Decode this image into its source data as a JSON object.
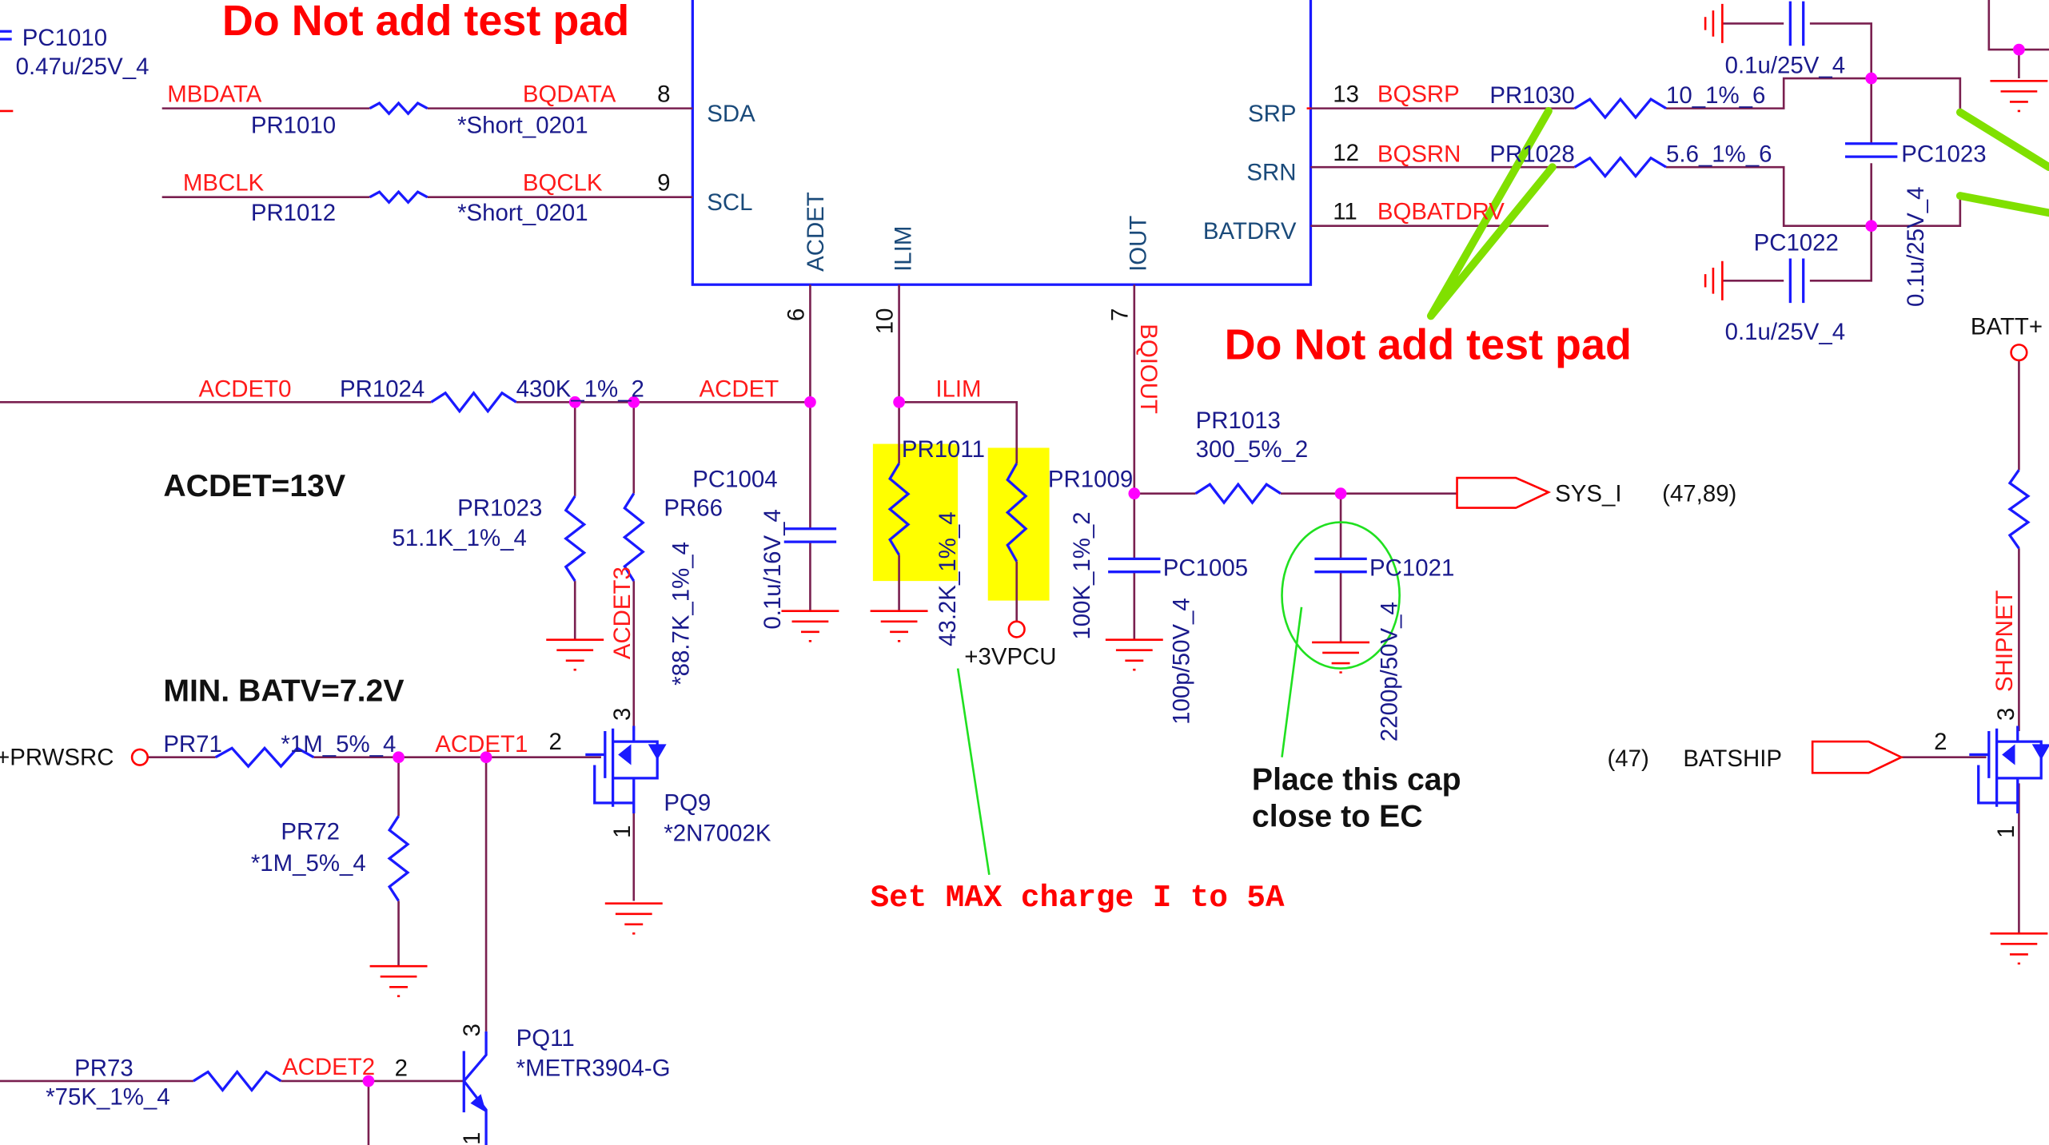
{
  "colors": {
    "wire": "#7a2050",
    "net_label": "#ff1a1a",
    "component": "#1a1aff",
    "ref_label": "#1a1a8c",
    "junction": "#ff00ff",
    "highlight": "#ffff00",
    "annotation_line": "#80e000"
  },
  "notes": {
    "no_test_pad_1": "Do Not add test pad",
    "no_test_pad_2": "Do Not add test pad",
    "acdet_voltage": "ACDET=13V",
    "min_batv": "MIN. BATV=7.2V",
    "place_cap_1": "Place this cap",
    "place_cap_2": "close to EC",
    "max_charge": "Set MAX charge I to 5A"
  },
  "ic": {
    "pins": {
      "sda": "SDA",
      "scl": "SCL",
      "acdet": "ACDET",
      "ilim": "ILIM",
      "iout": "IOUT",
      "srp": "SRP",
      "srn": "SRN",
      "batdrv": "BATDRV"
    },
    "pin_numbers": {
      "sda": "8",
      "scl": "9",
      "acdet": "6",
      "ilim": "10",
      "iout": "7",
      "srp": "13",
      "srn": "12",
      "batdrv": "11"
    }
  },
  "nets": {
    "mbdata": "MBDATA",
    "bqdata": "BQDATA",
    "mbclk": "MBCLK",
    "bqclk": "BQCLK",
    "acdet0": "ACDET0",
    "acdet": "ACDET",
    "ilim": "ILIM",
    "bqiout": "BQIOUT",
    "bqsrp": "BQSRP",
    "bqsrn": "BQSRN",
    "bqbatdrv": "BQBATDRV",
    "acdet1": "ACDET1",
    "acdet2": "ACDET2",
    "acdet3": "ACDET3",
    "shipnet": "SHIPNET",
    "prwsrc": "+PRWSRC",
    "v3pcu": "+3VPCU",
    "batt": "BATT+",
    "sys_i": "SYS_I",
    "sys_i_ref": "(47,89)",
    "batship": "BATSHIP",
    "batship_ref": "(47)"
  },
  "components": {
    "pc1010": {
      "ref": "PC1010",
      "value": "0.47u/25V_4"
    },
    "pr1010": {
      "ref": "PR1010",
      "value": "*Short_0201"
    },
    "pr1012": {
      "ref": "PR1012",
      "value": "*Short_0201"
    },
    "pr1024": {
      "ref": "PR1024",
      "value": "430K_1%_2"
    },
    "pr1023": {
      "ref": "PR1023",
      "value": "51.1K_1%_4"
    },
    "pr66": {
      "ref": "PR66",
      "value": "*88.7K_1%_4"
    },
    "pc1004": {
      "ref": "PC1004",
      "value": "0.1u/16V_4"
    },
    "pr1011": {
      "ref": "PR1011",
      "value": "43.2K_1%_4"
    },
    "pr1009": {
      "ref": "PR1009",
      "value": "100K_1%_2"
    },
    "pc1005": {
      "ref": "PC1005",
      "value": "100p/50V_4"
    },
    "pr1013": {
      "ref": "PR1013",
      "value": "300_5%_2"
    },
    "pc1021": {
      "ref": "PC1021",
      "value": "2200p/50V_4"
    },
    "pr1030": {
      "ref": "PR1030",
      "value": "10_1%_6"
    },
    "pr1028": {
      "ref": "PR1028",
      "value": "5.6_1%_6"
    },
    "pc1023": {
      "ref": "PC1023",
      "value": "0.1u/25V_4"
    },
    "pc1022": {
      "ref": "PC1022",
      "value": "0.1u/25V_4"
    },
    "pc_top": {
      "value": "0.1u/25V_4"
    },
    "pr71": {
      "ref": "PR71",
      "value": "*1M_5%_4"
    },
    "pr72": {
      "ref": "PR72",
      "value": "*1M_5%_4"
    },
    "pr73": {
      "ref": "PR73",
      "value": "*75K_1%_4"
    },
    "pq9": {
      "ref": "PQ9",
      "value": "*2N7002K",
      "pins": [
        "3",
        "2",
        "1"
      ]
    },
    "pq11": {
      "ref": "PQ11",
      "value": "*METR3904-G",
      "pins": [
        "3",
        "2",
        "1"
      ]
    },
    "pq_ship": {
      "pins": [
        "3",
        "2",
        "1"
      ]
    }
  }
}
